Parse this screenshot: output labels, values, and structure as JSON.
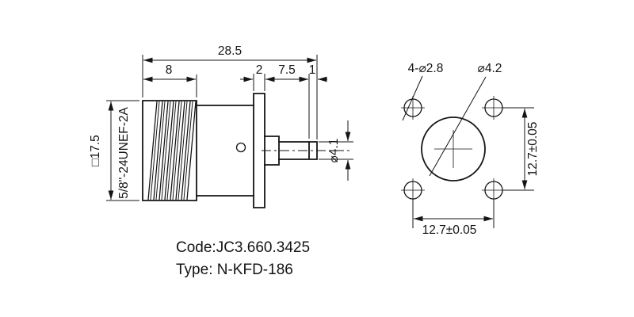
{
  "drawing": {
    "side_view": {
      "dim_overall": "28.5",
      "dim_thread_length": "8",
      "dim_flange_thickness": "2",
      "dim_rear_section": "7.5",
      "dim_pin_tip": "1",
      "dim_pin_diameter": "⌀4.1",
      "dim_body_square": "□17.5",
      "thread_spec": "5/8\"-24UNEF-2A"
    },
    "front_view": {
      "mounting_holes": "4-⌀2.8",
      "center_hole": "⌀4.2",
      "hole_spacing_vertical": "12.7±0.05",
      "hole_spacing_horizontal": "12.7±0.05"
    },
    "notes": {
      "code": "Code:JC3.660.3425",
      "type": "Type: N-KFD-186"
    },
    "colors": {
      "line": "#141414",
      "background": "#ffffff"
    }
  }
}
